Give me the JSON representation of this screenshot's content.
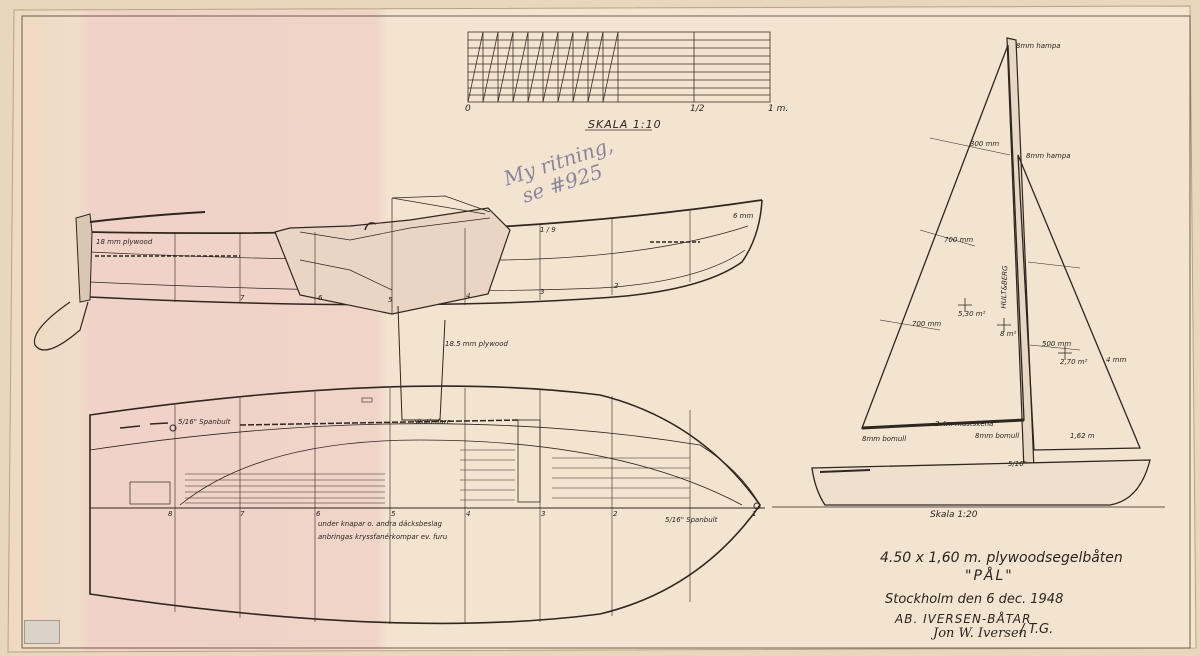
{
  "scale_bar": {
    "title": "SKALA 1:10",
    "ticks": [
      "0",
      "1/2",
      "1 m."
    ]
  },
  "profile_view": {
    "labels": [
      "18 mm plywood",
      "6 mm",
      "18.5 mm plywood",
      "1 / 9"
    ],
    "station_numbers": [
      "7",
      "6",
      "5",
      "4",
      "3",
      "2"
    ]
  },
  "plan_view": {
    "labels": [
      "5/16\" Spanbult",
      "skotledare",
      "5/16\" Spanbult"
    ],
    "note_lines": [
      "under knapar o. andra däcksbeslag",
      "anbringas kryssfanérkompar ev. furu"
    ],
    "station_numbers": [
      "8",
      "7",
      "6",
      "5",
      "4",
      "3",
      "2",
      "1"
    ]
  },
  "sail_plan": {
    "scale": "Skala 1:20",
    "labels": [
      "8mm hampa",
      "8mm hampa",
      "2.4m mastskena",
      "8mm bomull",
      "8mm bomull",
      "5/16\"",
      "5,30 m²",
      "8 m²",
      "2,70 m²",
      "700 mm",
      "700 mm",
      "500 mm",
      "300 mm",
      "4 mm",
      "1,62 m"
    ],
    "vertical_label": "HULT&BERG"
  },
  "handwritten_note": [
    "My ritning,",
    "se #925"
  ],
  "title_block": {
    "title": "4.50 x 1,60 m. plywoodsegelbåten",
    "name": "\"PÅL\"",
    "place_date": "Stockholm  den 6 dec. 1948",
    "company": "AB. IVERSEN-BÅTAR",
    "signature": "Jon W. Iversen",
    "initials": "/ T.G."
  }
}
